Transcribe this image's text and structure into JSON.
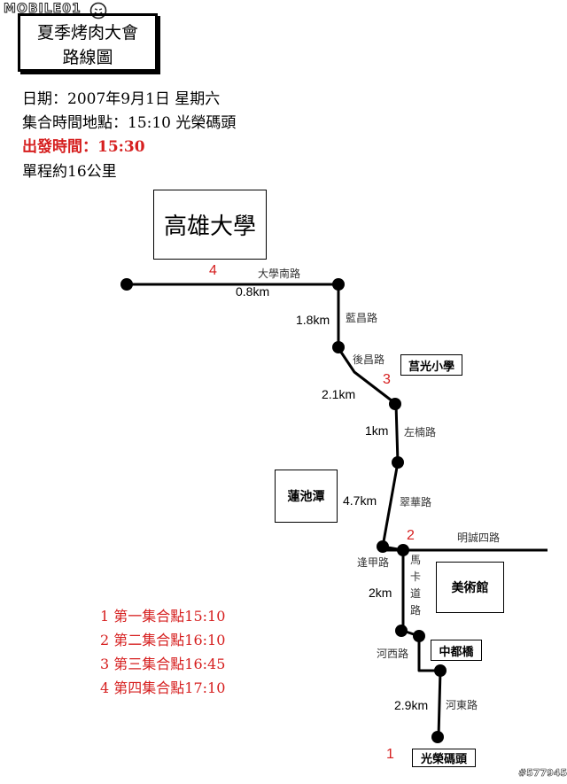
{
  "header": {
    "site_logo": "MOBILE01"
  },
  "title": {
    "line1": "夏季烤肉大會",
    "line2": "路線圖"
  },
  "info": {
    "date": "日期：2007年9月1日  星期六",
    "gather": "集合時間地點：15:10 光榮碼頭",
    "depart": "出發時間：15:30",
    "distance": "單程約16公里"
  },
  "landmarks": {
    "nuk": "高雄大學",
    "school": "莒光小學",
    "lotus_pond": "蓮池潭",
    "museum": "美術館",
    "bridge": "中都橋",
    "start": "光榮碼頭"
  },
  "roads": {
    "daxue_south": "大學南路",
    "lanchang": "藍昌路",
    "houchang": "後昌路",
    "zuonan": "左楠路",
    "cuihua": "翠華路",
    "fengjia": "逢甲路",
    "mingcheng4": "明誠四路",
    "mazkadao": "馬卡道路",
    "hexi": "河西路",
    "hedong": "河東路"
  },
  "distances": {
    "d1": "0.8km",
    "d2": "1.8km",
    "d3": "2.1km",
    "d4": "1km",
    "d5": "4.7km",
    "d6": "2km",
    "d7": "2.9km"
  },
  "points": {
    "p1": "1",
    "p2": "2",
    "p3": "3",
    "p4": "4"
  },
  "legend": {
    "item1": "1 第一集合點15:10",
    "item2": "2 第二集合點16:10",
    "item3": "3 第三集合點16:45",
    "item4": "4 第四集合點17:10"
  },
  "watermark": "#577945",
  "colors": {
    "accent_red": "#d61f1f",
    "route": "#000000"
  }
}
